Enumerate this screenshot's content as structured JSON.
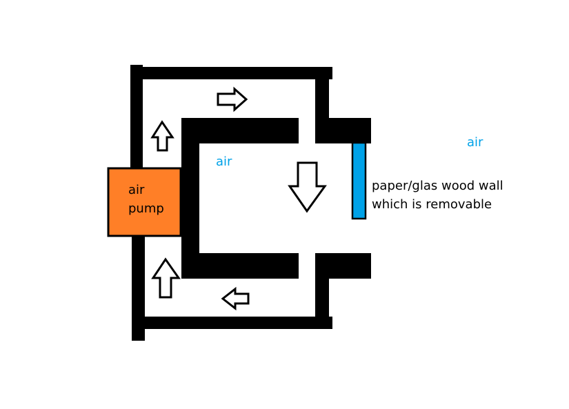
{
  "labels": {
    "air_inner": "air",
    "air_outer": "air",
    "pump_line1": "air",
    "pump_line2": "pump",
    "wall_line1": "paper/glas wood wall",
    "wall_line2": "which is removable"
  },
  "colors": {
    "wall": "#000000",
    "pump": "#ff7f27",
    "panel": "#00a2e8",
    "air_text": "#00a2e8",
    "background": "#ffffff"
  }
}
